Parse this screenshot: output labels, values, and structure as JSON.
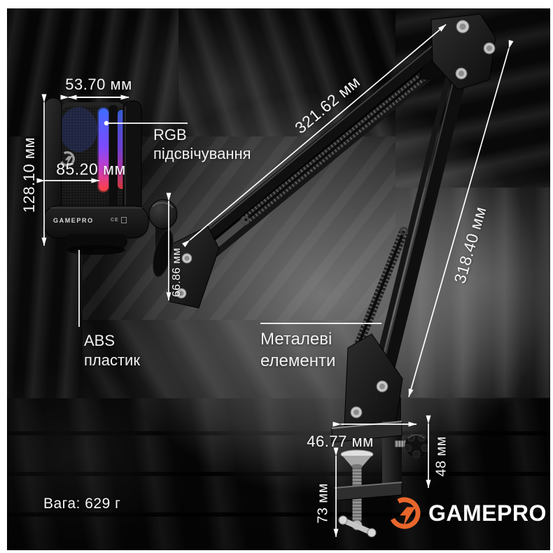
{
  "annotations": {
    "mic_width": "53.70 мм",
    "mic_height": "128.10 мм",
    "mic_front_width": "85.20 мм",
    "rgb_line1": "RGB",
    "rgb_line2": "підсвічування",
    "upper_arm_length": "321.62 мм",
    "lower_arm_length": "318.40 мм",
    "mount_height": "66.86 мм",
    "abs_line1": "ABS",
    "abs_line2": "пластик",
    "metal_line1": "Металеві",
    "metal_line2": "елементи",
    "clamp_width": "46.77 мм",
    "knob_height": "48 мм",
    "clamp_screw_height": "73 мм",
    "weight": "Вага: 629 г"
  },
  "branding": {
    "logo_text": "GAMEPRO",
    "mic_label": "GAMEPRO",
    "ce_mark": "CE",
    "accent_color": "#e8662b",
    "rgb_glow_colors": [
      "#3f6cff",
      "#b23cff",
      "#ff4040"
    ]
  }
}
